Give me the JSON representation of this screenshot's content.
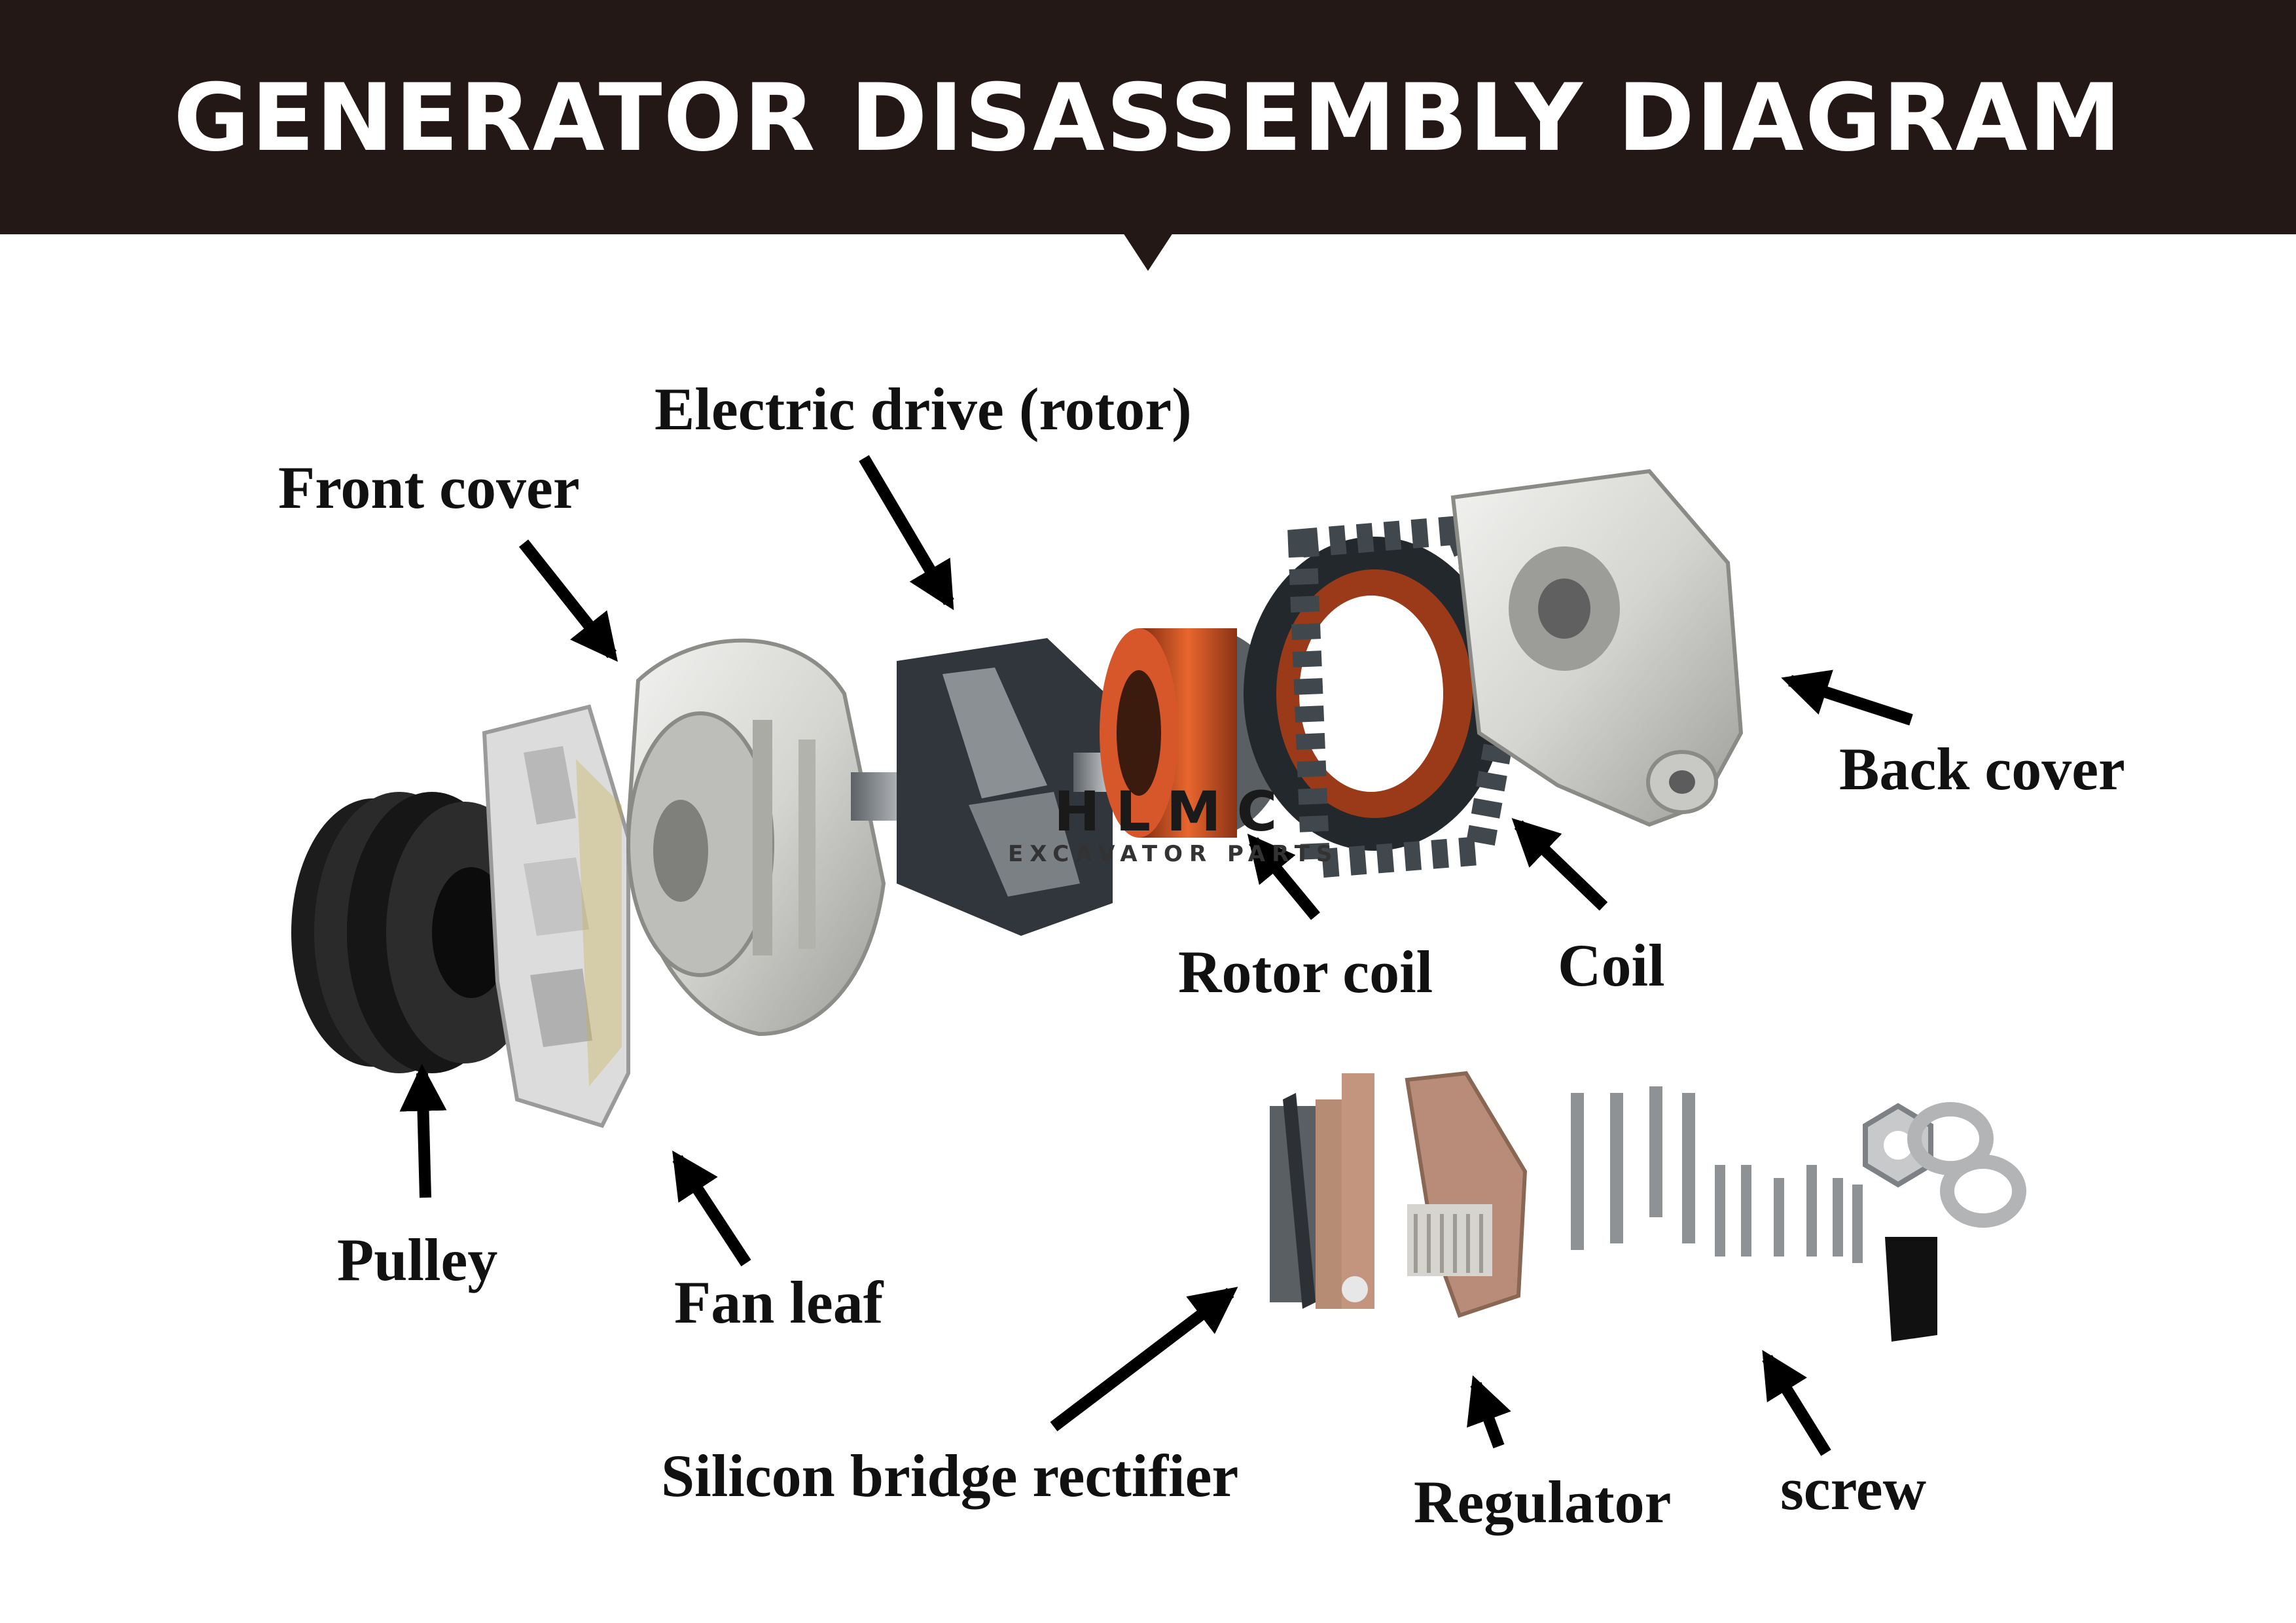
{
  "title": "GENERATOR DISASSEMBLY DIAGRAM",
  "watermark": {
    "brand": "HLMC",
    "subtitle": "EXCAVATOR PARTS"
  },
  "labels": {
    "electric_drive": "Electric drive (rotor)",
    "front_cover": "Front cover",
    "back_cover": "Back cover",
    "rotor_coil": "Rotor coil",
    "coil": "Coil",
    "pulley": "Pulley",
    "fan_leaf": "Fan leaf",
    "rectifier": "Silicon bridge rectifier",
    "regulator": "Regulator",
    "screw": "screw"
  },
  "colors": {
    "header": "#231815",
    "copper": "#c8481e",
    "aluminum": "#d9d9d6",
    "dark_steel": "#2f3438"
  }
}
